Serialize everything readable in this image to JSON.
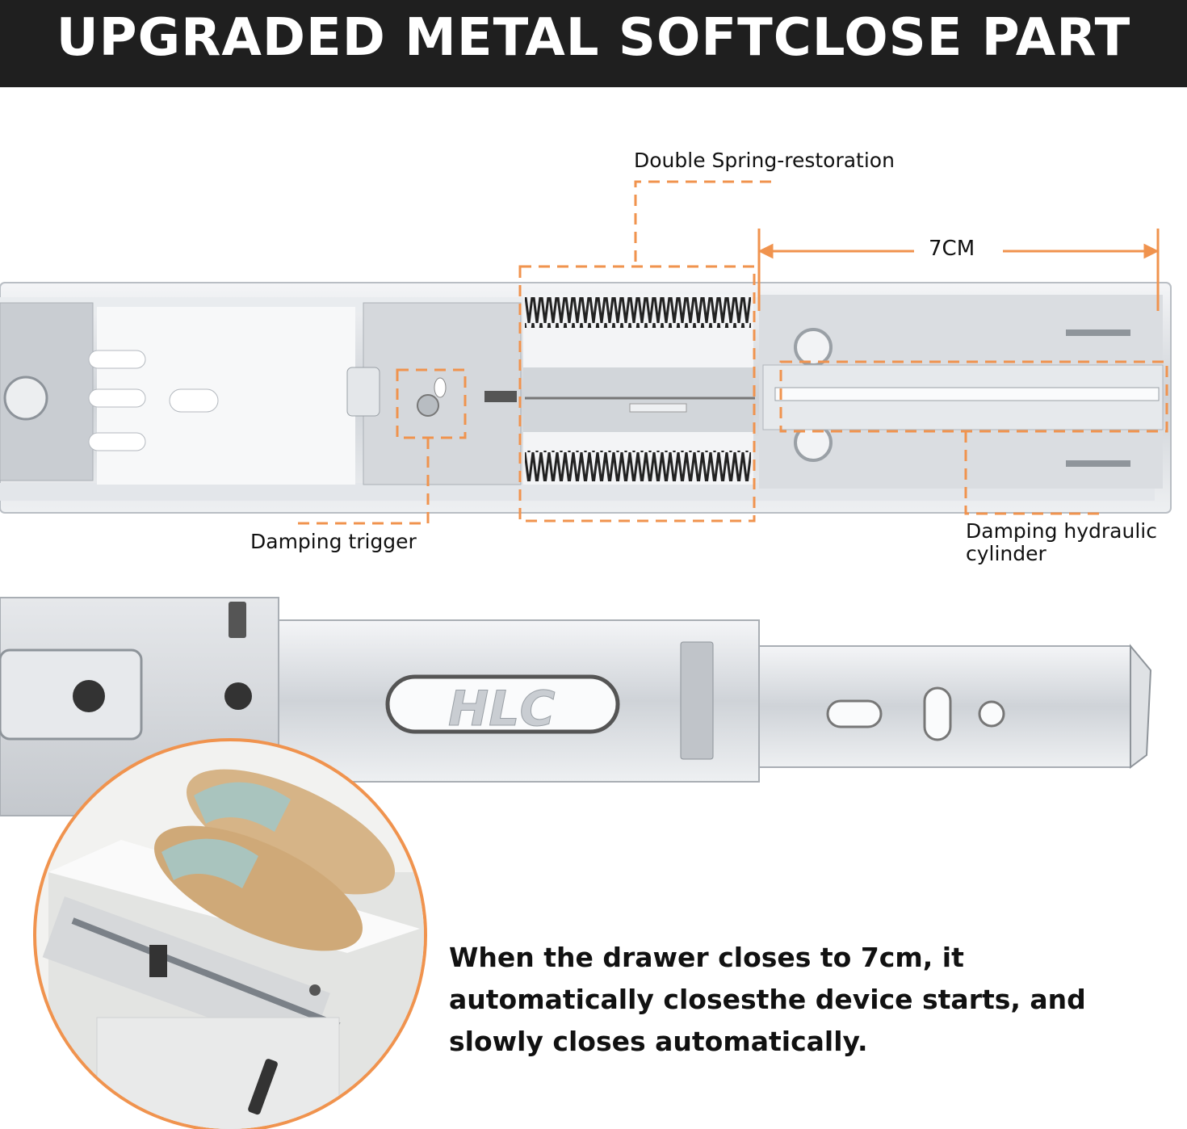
{
  "banner": {
    "title": "UPGRADED METAL SOFTCLOSE PART"
  },
  "callouts": {
    "double_spring": "Double Spring-restoration",
    "dimension": "7CM",
    "damping_trigger": "Damping trigger",
    "damping_cylinder_line1": "Damping hydraulic",
    "damping_cylinder_line2": "cylinder"
  },
  "rail_logo": "HLC",
  "description": "When the drawer closes to 7cm, it automatically closesthe device starts, and slowly closes automatically.",
  "colors": {
    "accent": "#f0934e",
    "banner": "#1f1f1f",
    "metal": "#d9dce0"
  }
}
